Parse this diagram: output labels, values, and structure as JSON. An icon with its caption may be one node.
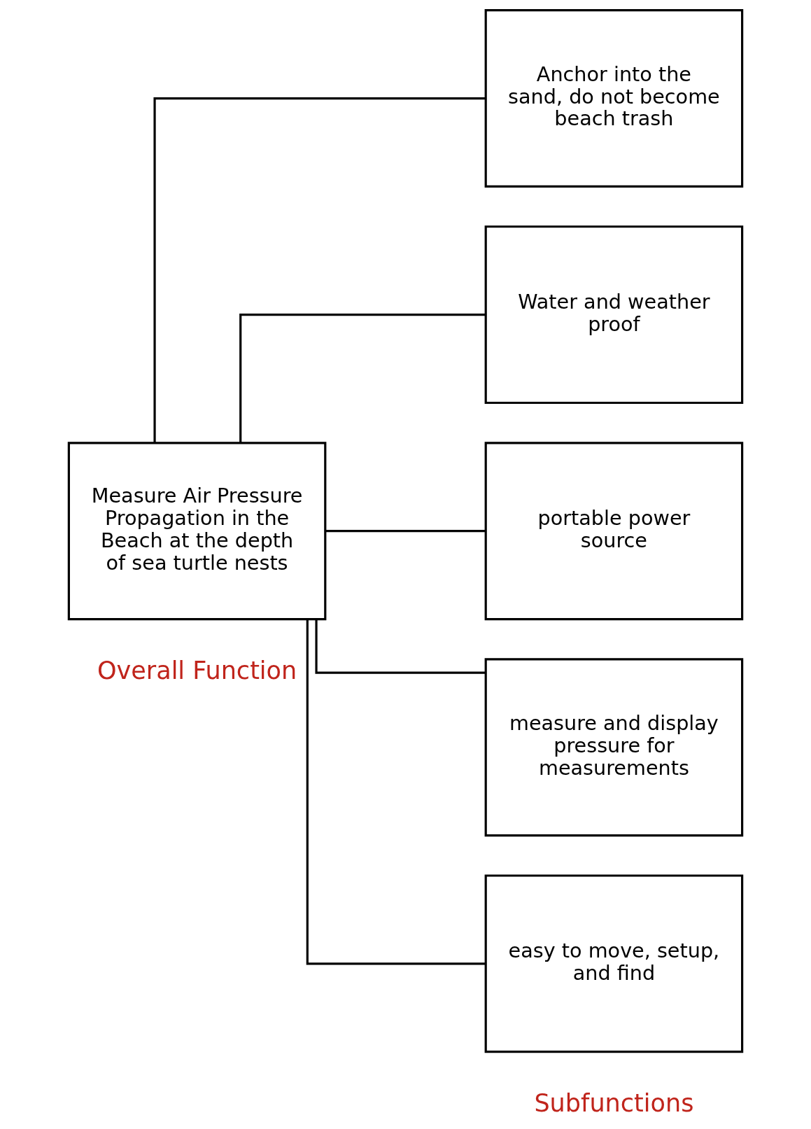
{
  "diagram": {
    "nodes": [
      {
        "text": [
          "Measure Air Pressure Propagation in the Beach at the depth of sea turtle nests"
        ]
      },
      {
        "text": [
          "Anchor into the sand, do not become beach trash"
        ]
      },
      {
        "text": [
          "Water and weather proof"
        ]
      },
      {
        "text": [
          "portable power source"
        ]
      },
      {
        "text": [
          "measure and display pressure for measurements"
        ]
      },
      {
        "text": [
          "easy to move, setup, and find"
        ]
      }
    ],
    "edges": [
      {
        "from": 0,
        "to": 1,
        "arrow": "none"
      },
      {
        "from": 0,
        "to": 2,
        "arrow": "none"
      },
      {
        "from": 0,
        "to": 3,
        "arrow": "none"
      },
      {
        "from": 0,
        "to": 4,
        "arrow": "none"
      },
      {
        "from": 0,
        "to": 5,
        "arrow": "none"
      }
    ],
    "labels": [
      "Subfunctions",
      "Overall Function"
    ]
  }
}
